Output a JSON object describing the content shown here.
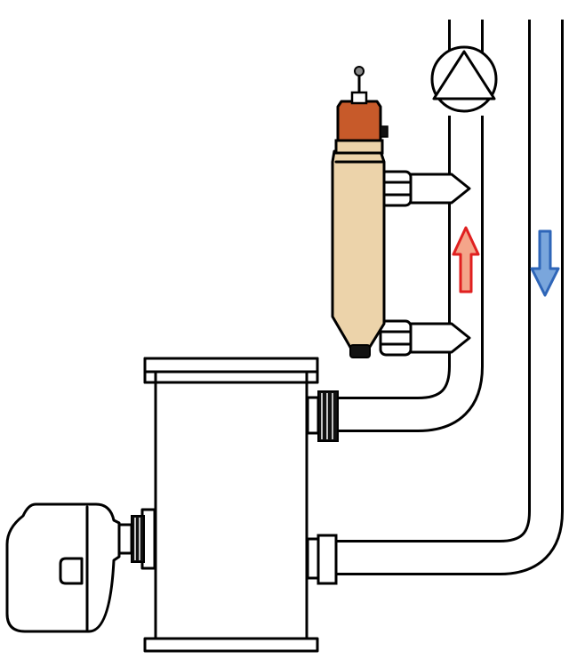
{
  "colors": {
    "background": "#ffffff",
    "outline": "#000000",
    "separator_body": "#ecd3aa",
    "separator_cap": "#c75a2a",
    "flow_up_arrow_fill": "#f4a58a",
    "flow_up_arrow_stroke": "#e02020",
    "flow_down_arrow_fill": "#7aa6dc",
    "flow_down_arrow_stroke": "#2e65b8"
  },
  "components": {
    "supply_flow_arrow": {
      "direction": "up"
    },
    "return_flow_arrow": {
      "direction": "down"
    },
    "pump_icon": "pump-symbol",
    "boiler_icon": "boiler-body",
    "burner_icon": "burner-housing",
    "separator_icon": "dirt-separator"
  }
}
